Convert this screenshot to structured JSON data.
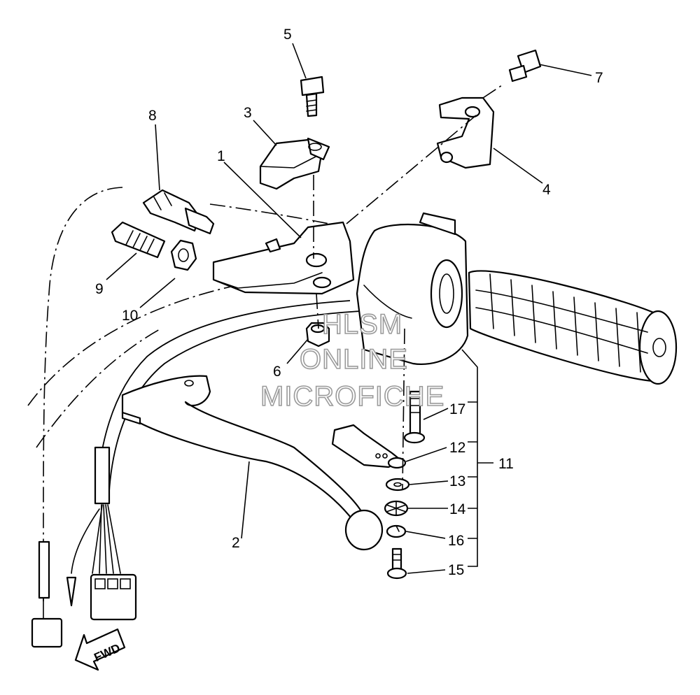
{
  "callouts": [
    {
      "id": "1",
      "label": "1"
    },
    {
      "id": "2",
      "label": "2"
    },
    {
      "id": "3",
      "label": "3"
    },
    {
      "id": "4",
      "label": "4"
    },
    {
      "id": "5",
      "label": "5"
    },
    {
      "id": "6",
      "label": "6"
    },
    {
      "id": "7",
      "label": "7"
    },
    {
      "id": "8",
      "label": "8"
    },
    {
      "id": "9",
      "label": "9"
    },
    {
      "id": "10",
      "label": "10"
    },
    {
      "id": "11",
      "label": "11"
    },
    {
      "id": "12",
      "label": "12"
    },
    {
      "id": "13",
      "label": "13"
    },
    {
      "id": "14",
      "label": "14"
    },
    {
      "id": "15",
      "label": "15"
    },
    {
      "id": "16",
      "label": "16"
    },
    {
      "id": "17",
      "label": "17"
    }
  ],
  "watermark": {
    "line1": "HLSM",
    "line2": "ONLINE",
    "line3": "MICROFICHE"
  },
  "direction_badge": {
    "text": "FWD"
  }
}
